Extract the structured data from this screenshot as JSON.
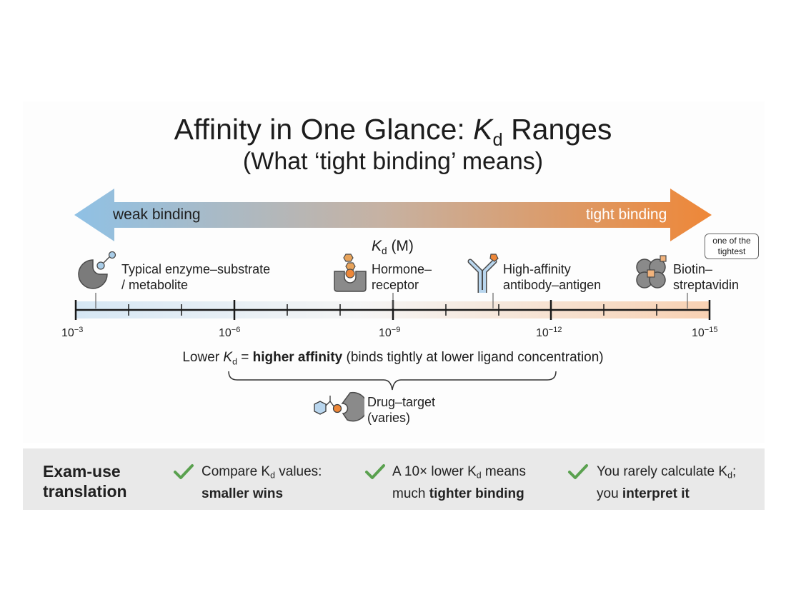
{
  "title": {
    "line1_prefix": "Affinity in One Glance: ",
    "line1_symbol": "K",
    "line1_subscript": "d",
    "line1_suffix": " Ranges",
    "line2": "(What ‘tight binding’ means)"
  },
  "arrow": {
    "left_label": "weak binding",
    "right_label": "tight binding",
    "colors": {
      "weak": "#8fc1e5",
      "mid": "#c6b2a3",
      "tight": "#ee8738"
    }
  },
  "axis": {
    "unit_symbol": "K",
    "unit_subscript": "d",
    "unit_suffix": " (M)",
    "tick_base": "10",
    "tick_exponents": [
      "−3",
      "−6",
      "−9",
      "−12",
      "−15"
    ]
  },
  "examples": [
    {
      "label": "Typical enzyme–substrate\n/ metabolite",
      "icon": "enzyme-substrate-icon"
    },
    {
      "label": "Hormone–\nreceptor",
      "icon": "hormone-receptor-icon"
    },
    {
      "label": "High-affinity\nantibody–antigen",
      "icon": "antibody-icon"
    },
    {
      "label": "Biotin–\nstreptavidin",
      "icon": "streptavidin-icon",
      "callout": "one of the\ntightest"
    }
  ],
  "rule": {
    "prefix": "Lower ",
    "symbol": "K",
    "subscript": "d",
    "equals": " = ",
    "bold": "higher affinity",
    "rest": " (binds tightly at lower ligand concentration)"
  },
  "drug": {
    "label": "Drug–target\n(varies)",
    "icon": "drug-target-icon"
  },
  "exam": {
    "title": "Exam-use\ntranslation",
    "items": [
      {
        "line1_a": "Compare K",
        "line1_sub": "d",
        "line1_b": " values:",
        "line2_plain": "",
        "line2_bold": "smaller wins",
        "line2_end": ""
      },
      {
        "line1_a": "A 10× lower K",
        "line1_sub": "d",
        "line1_b": " means",
        "line2_plain": "much ",
        "line2_bold": "tighter binding",
        "line2_end": ""
      },
      {
        "line1_a": "You rarely calculate K",
        "line1_sub": "d",
        "line1_b": ";",
        "line2_plain": "you ",
        "line2_bold": "interpret it",
        "line2_end": ""
      }
    ],
    "check_color": "#5aa14f"
  }
}
